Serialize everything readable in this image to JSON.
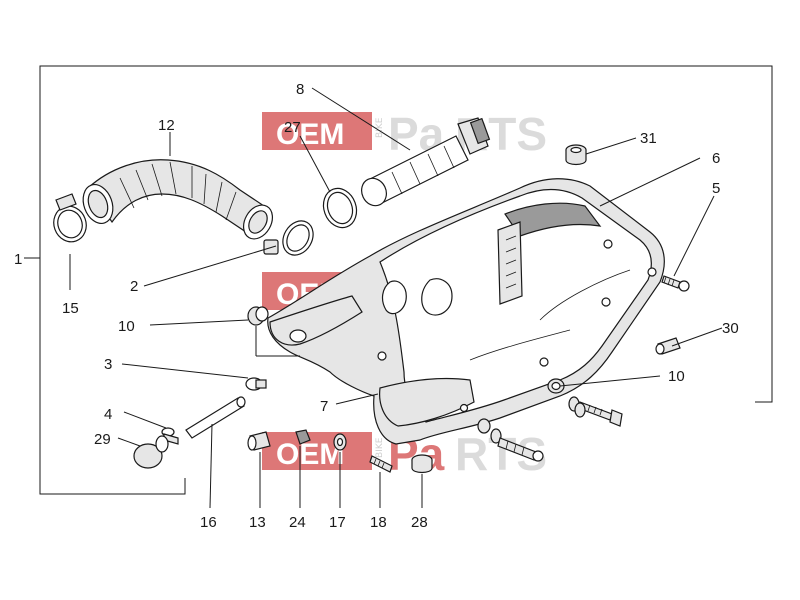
{
  "watermark": {
    "brand_left": "OEM",
    "brand_mid": "Pa",
    "brand_right": "RTS",
    "vertical": "BIKE",
    "accent_color": "#d24a4a"
  },
  "callouts": [
    {
      "id": "label-1",
      "text": "1"
    },
    {
      "id": "label-2",
      "text": "2"
    },
    {
      "id": "label-3",
      "text": "3"
    },
    {
      "id": "label-4",
      "text": "4"
    },
    {
      "id": "label-5",
      "text": "5"
    },
    {
      "id": "label-6",
      "text": "6"
    },
    {
      "id": "label-7",
      "text": "7"
    },
    {
      "id": "label-8",
      "text": "8"
    },
    {
      "id": "label-10a",
      "text": "10"
    },
    {
      "id": "label-10b",
      "text": "10"
    },
    {
      "id": "label-12",
      "text": "12"
    },
    {
      "id": "label-13",
      "text": "13"
    },
    {
      "id": "label-15",
      "text": "15"
    },
    {
      "id": "label-16",
      "text": "16"
    },
    {
      "id": "label-17",
      "text": "17"
    },
    {
      "id": "label-18",
      "text": "18"
    },
    {
      "id": "label-24",
      "text": "24"
    },
    {
      "id": "label-27",
      "text": "27"
    },
    {
      "id": "label-28",
      "text": "28"
    },
    {
      "id": "label-29",
      "text": "29"
    },
    {
      "id": "label-30",
      "text": "30"
    },
    {
      "id": "label-31",
      "text": "31"
    }
  ]
}
